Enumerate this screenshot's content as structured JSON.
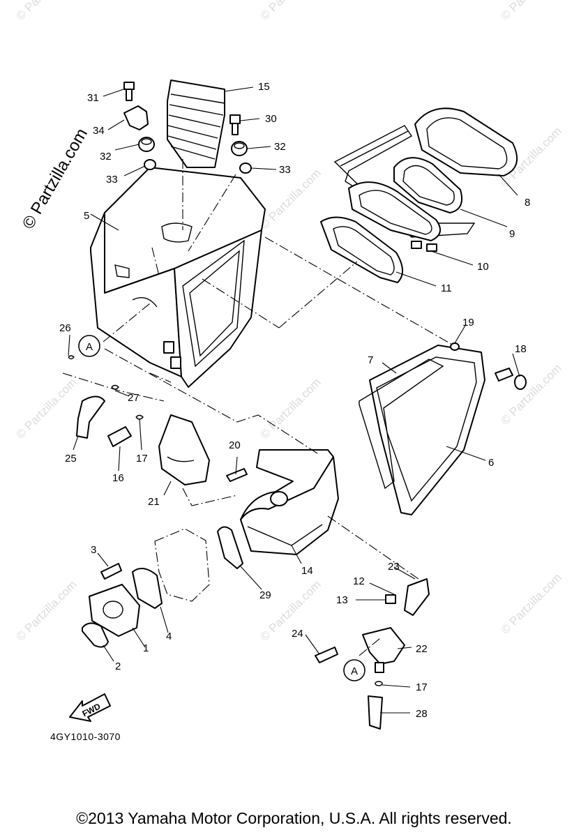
{
  "watermark": "© Partzilla.com",
  "diagram_code": "4GY1010-3070",
  "fwd_label": "FWD",
  "reference_marker": "A",
  "copyright": "©2013 Yamaha Motor Corporation, U.S.A. All rights reserved.",
  "part_callouts": [
    "1",
    "2",
    "3",
    "4",
    "5",
    "6",
    "7",
    "8",
    "9",
    "10",
    "11",
    "12",
    "13",
    "14",
    "15",
    "16",
    "17",
    "18",
    "19",
    "20",
    "21",
    "22",
    "23",
    "24",
    "25",
    "26",
    "27",
    "28",
    "29",
    "30",
    "31",
    "32",
    "33",
    "34"
  ]
}
